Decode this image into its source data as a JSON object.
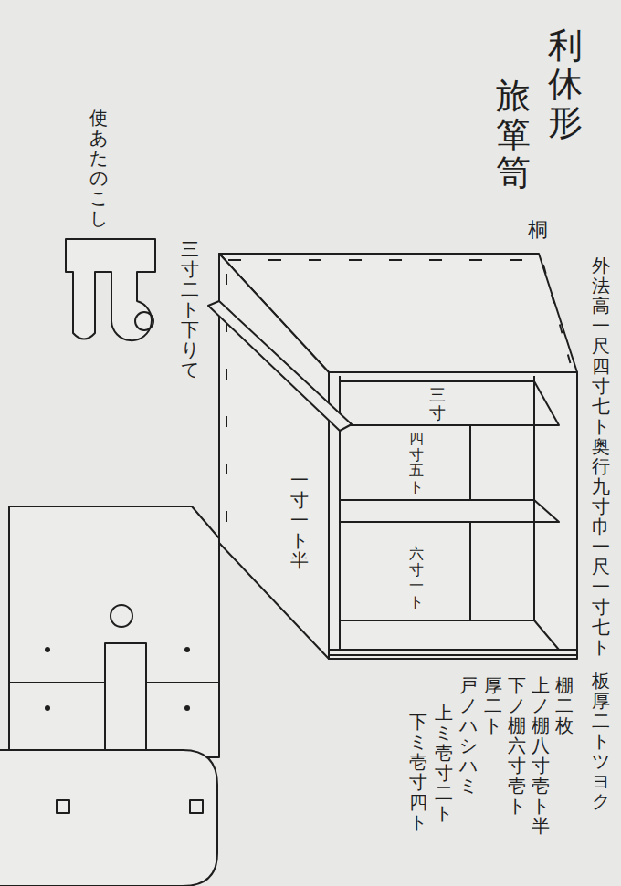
{
  "diagram": {
    "title": "利休形",
    "labels": [
      "旅箪笥",
      "桐",
      "外法高一尺四寸七ト 奥行九寸 巾一尺一寸七ト",
      "板厚二トツヨク",
      "棚二枚",
      "上ノ棚八寸壱ト半",
      "下ノ棚六寸壱ト",
      "厚二ト",
      "戸ノハシハミ",
      "上ミ壱寸二ト",
      "下ミ壱寸四ト",
      "三寸",
      "四寸五ト",
      "六寸一ト",
      "三寸二ト下りて",
      "一寸一ト半",
      "使あたのこし"
    ]
  }
}
